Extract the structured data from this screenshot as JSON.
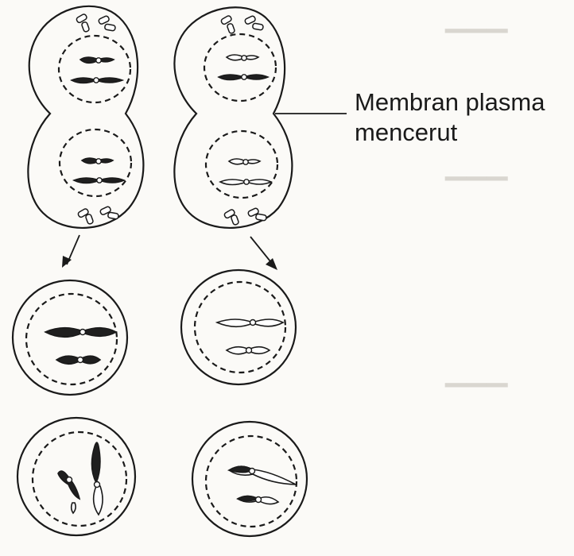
{
  "label": {
    "line1": "Membran plasma",
    "line2": "mencerut"
  },
  "colors": {
    "stroke": "#1a1a1a",
    "chromatid_dark": "#1f1f1f",
    "chromatid_light": "#ffffff",
    "paper": "#fbfaf7"
  },
  "cells": {
    "dividing_cells": 2,
    "daughter_cells": 4,
    "centrioles_per_pole": 2
  }
}
